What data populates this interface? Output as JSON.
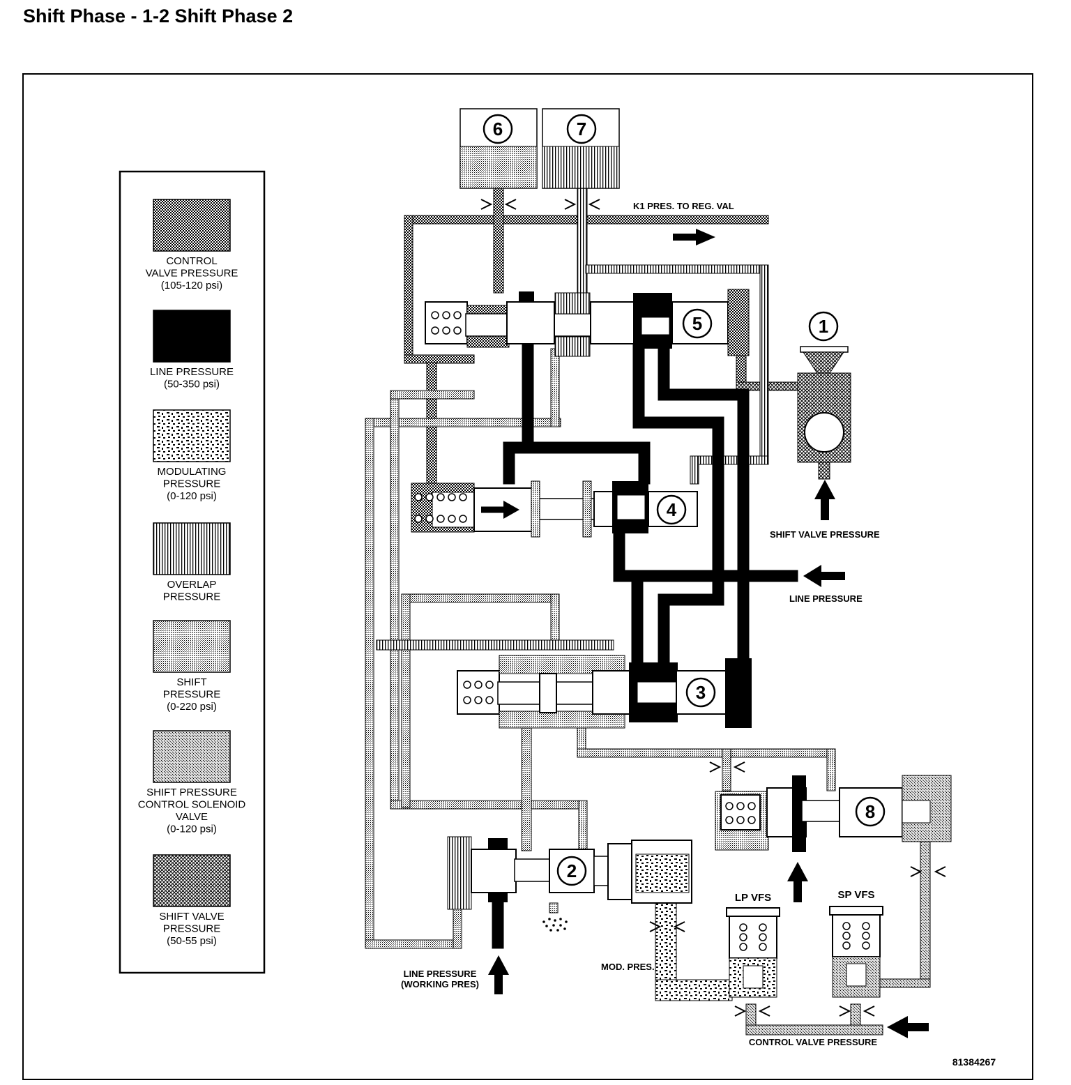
{
  "title": "Shift Phase - 1-2 Shift Phase 2",
  "figure_id": "81384267",
  "legend": [
    {
      "pattern": "control",
      "lines": [
        "CONTROL",
        "VALVE PRESSURE",
        "(105-120 psi)"
      ]
    },
    {
      "pattern": "line",
      "lines": [
        "LINE PRESSURE",
        "(50-350 psi)"
      ]
    },
    {
      "pattern": "modulating",
      "lines": [
        "MODULATING",
        "PRESSURE",
        "(0-120 psi)"
      ]
    },
    {
      "pattern": "overlap",
      "lines": [
        "OVERLAP",
        "PRESSURE"
      ]
    },
    {
      "pattern": "shift",
      "lines": [
        "SHIFT",
        "PRESSURE",
        "(0-220 psi)"
      ]
    },
    {
      "pattern": "solenoid",
      "lines": [
        "SHIFT PRESSURE",
        "CONTROL SOLENOID",
        "VALVE",
        "(0-120 psi)"
      ]
    },
    {
      "pattern": "shiftvalve",
      "lines": [
        "SHIFT VALVE",
        "PRESSURE",
        "(50-55 psi)"
      ]
    }
  ],
  "labels": {
    "k1": "K1 PRES. TO REG. VAL",
    "shift_valve_pressure": "SHIFT VALVE PRESSURE",
    "line_pressure": "LINE PRESSURE",
    "line_pressure_working": [
      "LINE PRESSURE",
      "(WORKING PRES)"
    ],
    "mod_pres": "MOD. PRES.",
    "lp_vfs": "LP VFS",
    "sp_vfs": "SP VFS",
    "control_valve_pressure": "CONTROL VALVE PRESSURE"
  },
  "callouts": [
    "1",
    "2",
    "3",
    "4",
    "5",
    "6",
    "7",
    "8"
  ]
}
